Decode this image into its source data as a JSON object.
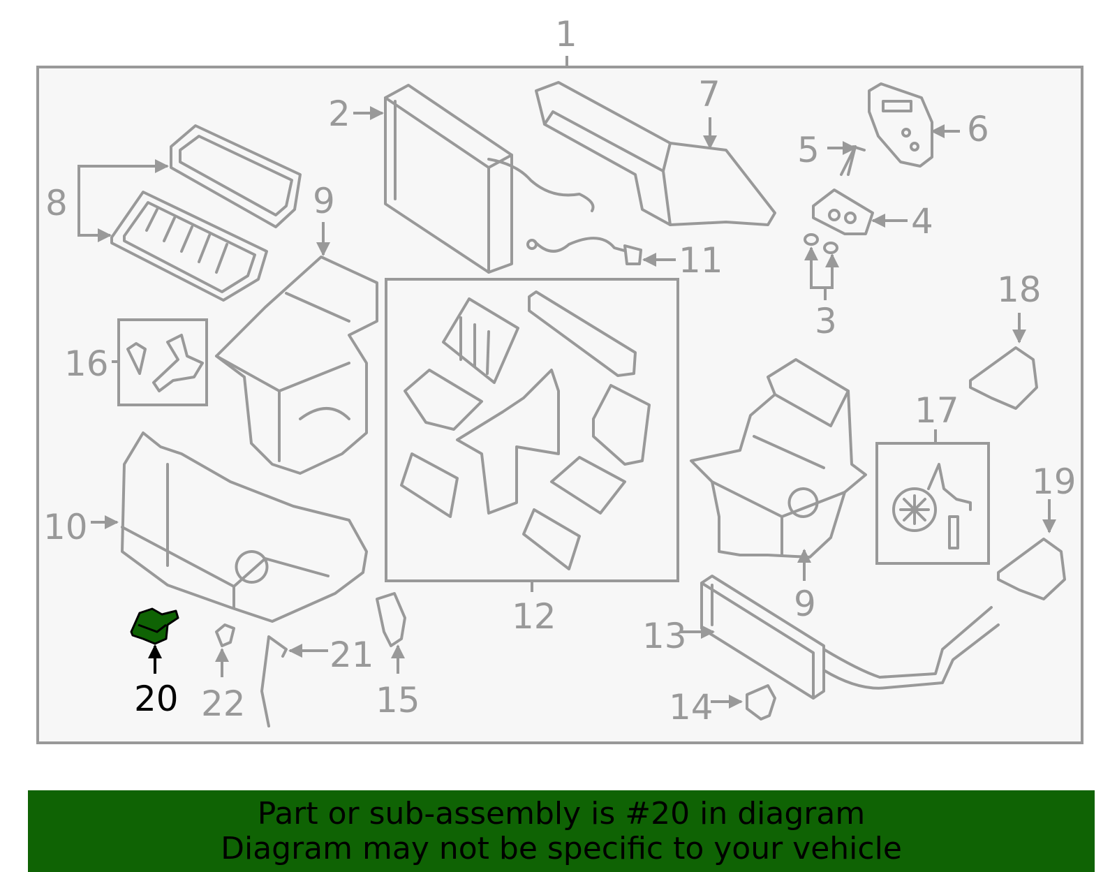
{
  "diagram": {
    "highlight_color": "#0f6304",
    "line_color": "#999999",
    "callouts": [
      {
        "id": "1",
        "label": "1"
      },
      {
        "id": "2",
        "label": "2"
      },
      {
        "id": "3",
        "label": "3"
      },
      {
        "id": "4",
        "label": "4"
      },
      {
        "id": "5",
        "label": "5"
      },
      {
        "id": "6",
        "label": "6"
      },
      {
        "id": "7",
        "label": "7"
      },
      {
        "id": "8",
        "label": "8"
      },
      {
        "id": "9a",
        "label": "9"
      },
      {
        "id": "9b",
        "label": "9"
      },
      {
        "id": "10",
        "label": "10"
      },
      {
        "id": "11",
        "label": "11"
      },
      {
        "id": "12",
        "label": "12"
      },
      {
        "id": "13",
        "label": "13"
      },
      {
        "id": "14",
        "label": "14"
      },
      {
        "id": "15",
        "label": "15"
      },
      {
        "id": "16",
        "label": "16"
      },
      {
        "id": "17",
        "label": "17"
      },
      {
        "id": "18",
        "label": "18"
      },
      {
        "id": "19",
        "label": "19"
      },
      {
        "id": "20",
        "label": "20",
        "highlighted": true
      },
      {
        "id": "21",
        "label": "21"
      },
      {
        "id": "22",
        "label": "22"
      }
    ]
  },
  "banner": {
    "line1": "Part or sub-assembly is #20 in diagram",
    "line2": "Diagram may not be specific to your vehicle"
  }
}
